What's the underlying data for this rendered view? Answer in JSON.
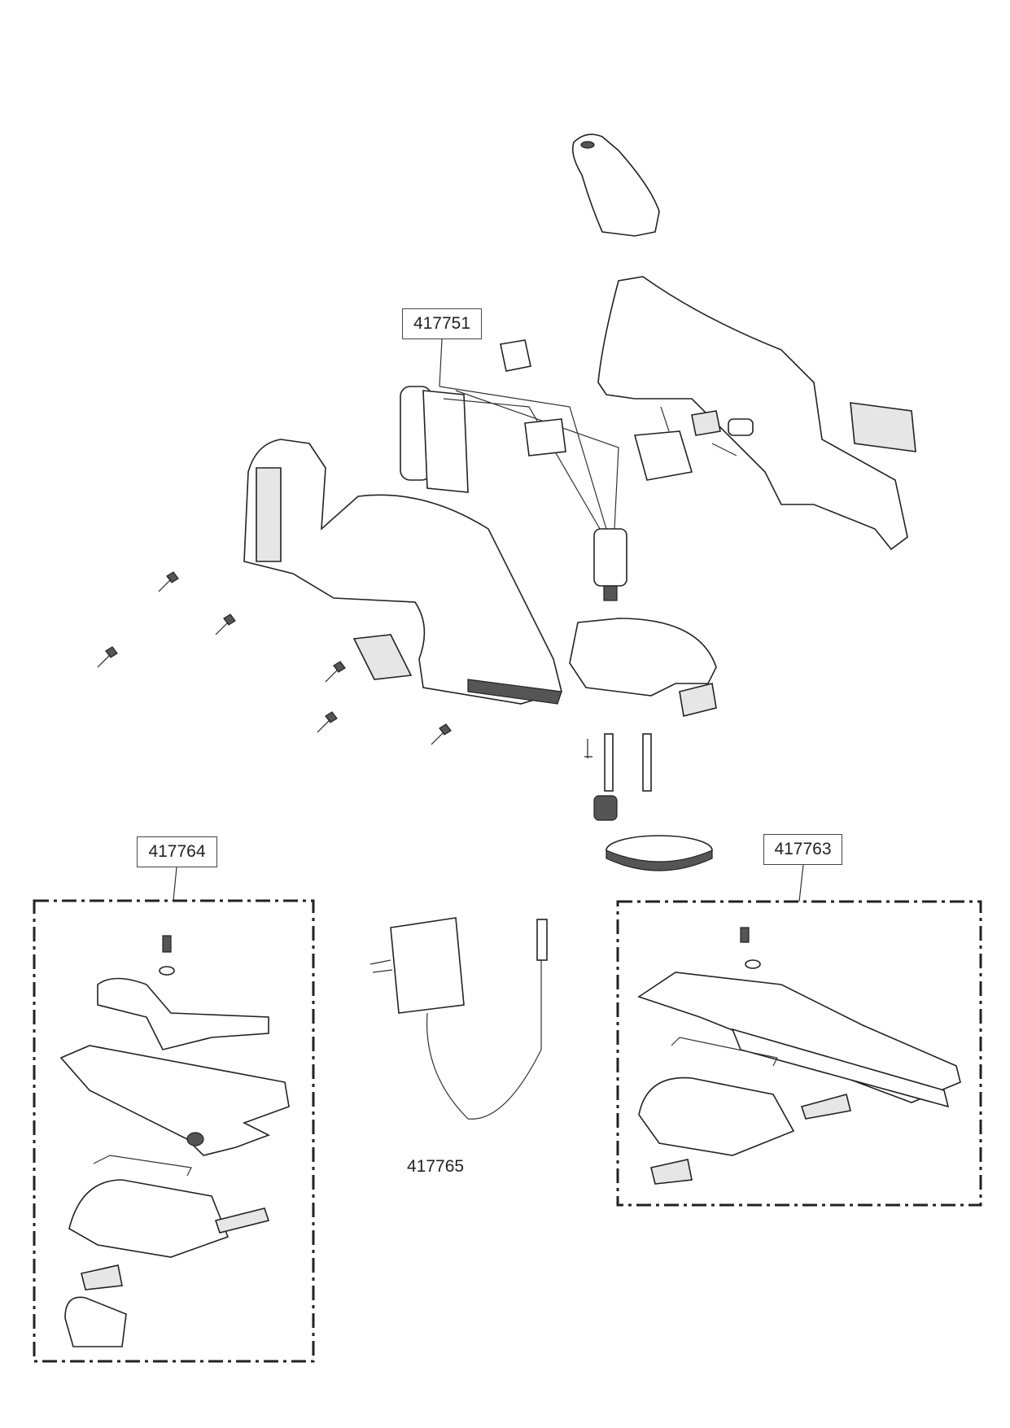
{
  "diagram": {
    "type": "exploded-parts-view",
    "labels": {
      "motor_assembly": "417751",
      "grass_blade_kit": "417764",
      "shrub_blade_kit": "417763",
      "charger": "417765"
    }
  }
}
